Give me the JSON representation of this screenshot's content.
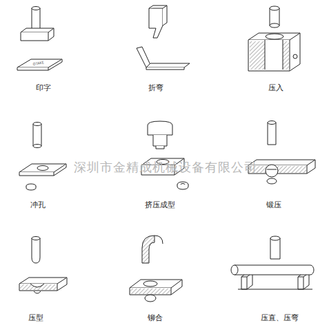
{
  "diagram": {
    "labels": [
      "印字",
      "折弯",
      "压入",
      "冲孔",
      "挤压成型",
      "锻压",
      "压型",
      "铆合",
      "压直、压弯",
      "深圳市金精成机械设备有限公司"
    ]
  }
}
